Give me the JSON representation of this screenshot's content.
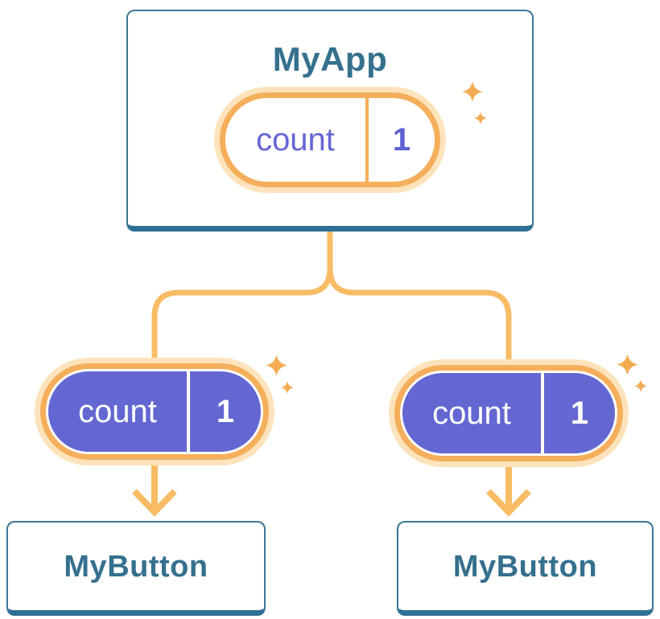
{
  "diagram": {
    "root": {
      "title": "MyApp",
      "state_key": "count",
      "state_value": "1"
    },
    "children": [
      {
        "title": "MyButton",
        "state_key": "count",
        "state_value": "1"
      },
      {
        "title": "MyButton",
        "state_key": "count",
        "state_value": "1"
      }
    ]
  },
  "colors": {
    "background": "#FFFFFF",
    "text_blue": "#35708E",
    "card_border_blue": "#3B7795",
    "card_edge_blue": "#2E7095",
    "ring_orange": "#F5AE5B",
    "halo_orange": "#FCE3BB",
    "connector_orange": "#F8BC64",
    "sparkle_orange": "#F3AC53",
    "state_purple": "#6467D2",
    "pill_text_white": "#FFFFFF"
  }
}
